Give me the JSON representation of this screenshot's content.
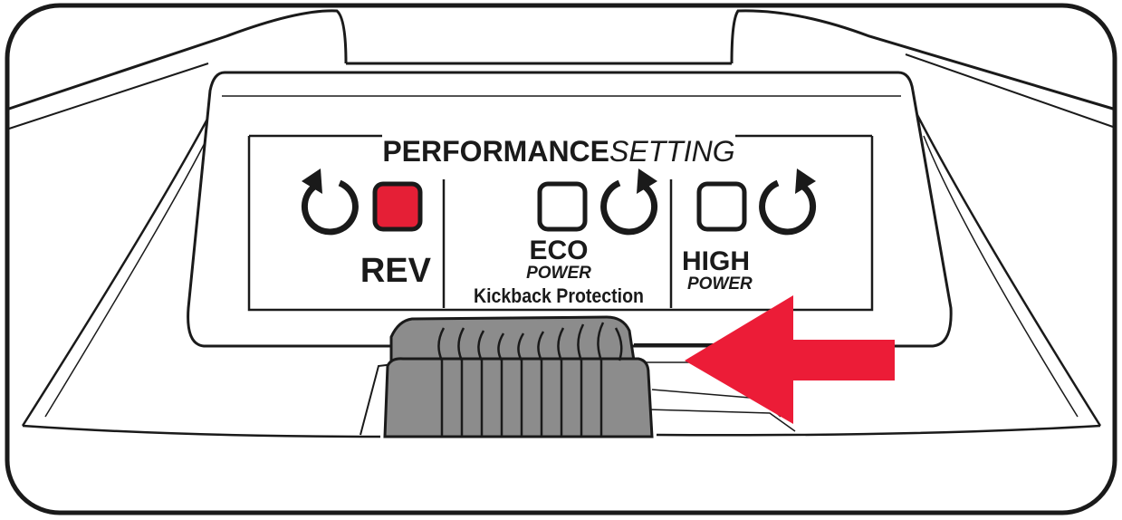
{
  "panel": {
    "title_bold": "PERFORMANCE",
    "title_italic": "SETTING"
  },
  "modes": [
    {
      "label": "REV",
      "sublabel": "",
      "note": "",
      "direction": "counterclockwise",
      "indicator_active": true
    },
    {
      "label": "ECO",
      "sublabel": "POWER",
      "note": "Kickback Protection",
      "direction": "clockwise",
      "indicator_active": false
    },
    {
      "label": "HIGH",
      "sublabel": "POWER",
      "note": "",
      "direction": "clockwise",
      "indicator_active": false
    }
  ],
  "colors": {
    "active_indicator": "#e51f36",
    "arrow": "#ec1c37",
    "knob": "#8c8c8c",
    "outline": "#1a1a1a"
  },
  "icons": {
    "rev_rotation": "counterclockwise-arrow-icon",
    "eco_rotation": "clockwise-arrow-icon",
    "high_rotation": "clockwise-arrow-icon",
    "pointer": "left-arrow-icon"
  }
}
